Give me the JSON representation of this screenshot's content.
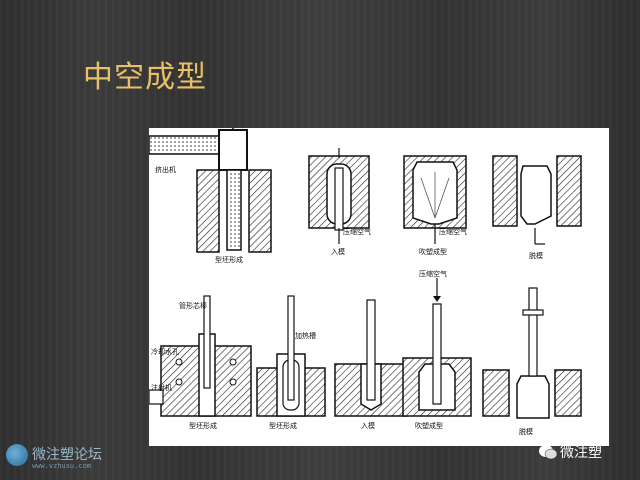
{
  "slide": {
    "title": "中空成型"
  },
  "top_row": {
    "label_extruder": "挤出机",
    "stage1_caption": "型坯形成",
    "stage2_caption": "入模",
    "stage2_air": "压缩空气",
    "stage3_caption": "吹塑成型",
    "stage3_air": "压缩空气",
    "stage4_caption": "脱模"
  },
  "bottom_row": {
    "label_core_rod": "管形芯棒",
    "label_cooling_hole": "冷却水孔",
    "label_injector": "注射机",
    "label_heater": "加热槽",
    "label_air": "压缩空气",
    "stage1_caption": "型坯形成",
    "stage2_caption": "型坯形成",
    "stage3_caption": "入模",
    "stage4_caption": "吹塑成型",
    "stage5_caption": "脱模"
  },
  "watermarks": {
    "left_name": "微注塑论坛",
    "left_url": "www.vzhusu.com",
    "right_name": "微注塑"
  }
}
